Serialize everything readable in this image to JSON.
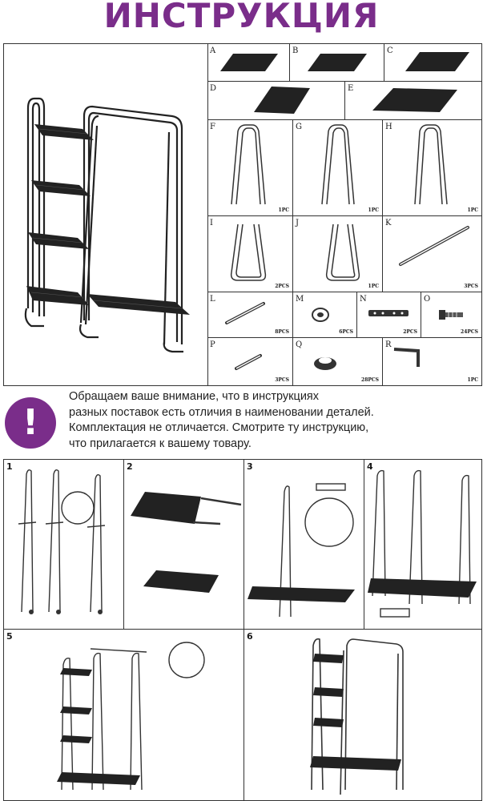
{
  "title": "ИНСТРУКЦИЯ",
  "parts": [
    {
      "letter": "A",
      "qty": ""
    },
    {
      "letter": "B",
      "qty": ""
    },
    {
      "letter": "C",
      "qty": ""
    },
    {
      "letter": "D",
      "qty": ""
    },
    {
      "letter": "E",
      "qty": ""
    },
    {
      "letter": "F",
      "qty": "1PC"
    },
    {
      "letter": "G",
      "qty": "1PC"
    },
    {
      "letter": "H",
      "qty": "1PC"
    },
    {
      "letter": "I",
      "qty": "2PCS"
    },
    {
      "letter": "J",
      "qty": "1PC"
    },
    {
      "letter": "K",
      "qty": "3PCS"
    },
    {
      "letter": "L",
      "qty": "8PCS"
    },
    {
      "letter": "M",
      "qty": "6PCS"
    },
    {
      "letter": "N",
      "qty": "2PCS"
    },
    {
      "letter": "O",
      "qty": "24PCS"
    },
    {
      "letter": "P",
      "qty": "3PCS"
    },
    {
      "letter": "Q",
      "qty": "28PCS"
    },
    {
      "letter": "R",
      "qty": "1PC"
    }
  ],
  "notice": {
    "lines": [
      "Обращаем ваше внимание, что в инструкциях",
      "разных поставок есть отличия в наименовании деталей.",
      "Комплектация не отличается. Смотрите ту инструкцию,",
      "что прилагается к вашему товару."
    ],
    "badge_symbol": "!",
    "badge_color": "#7a2d8a"
  },
  "steps": [
    "1",
    "2",
    "3",
    "4",
    "5",
    "6"
  ],
  "accent_color": "#7a2d8a"
}
